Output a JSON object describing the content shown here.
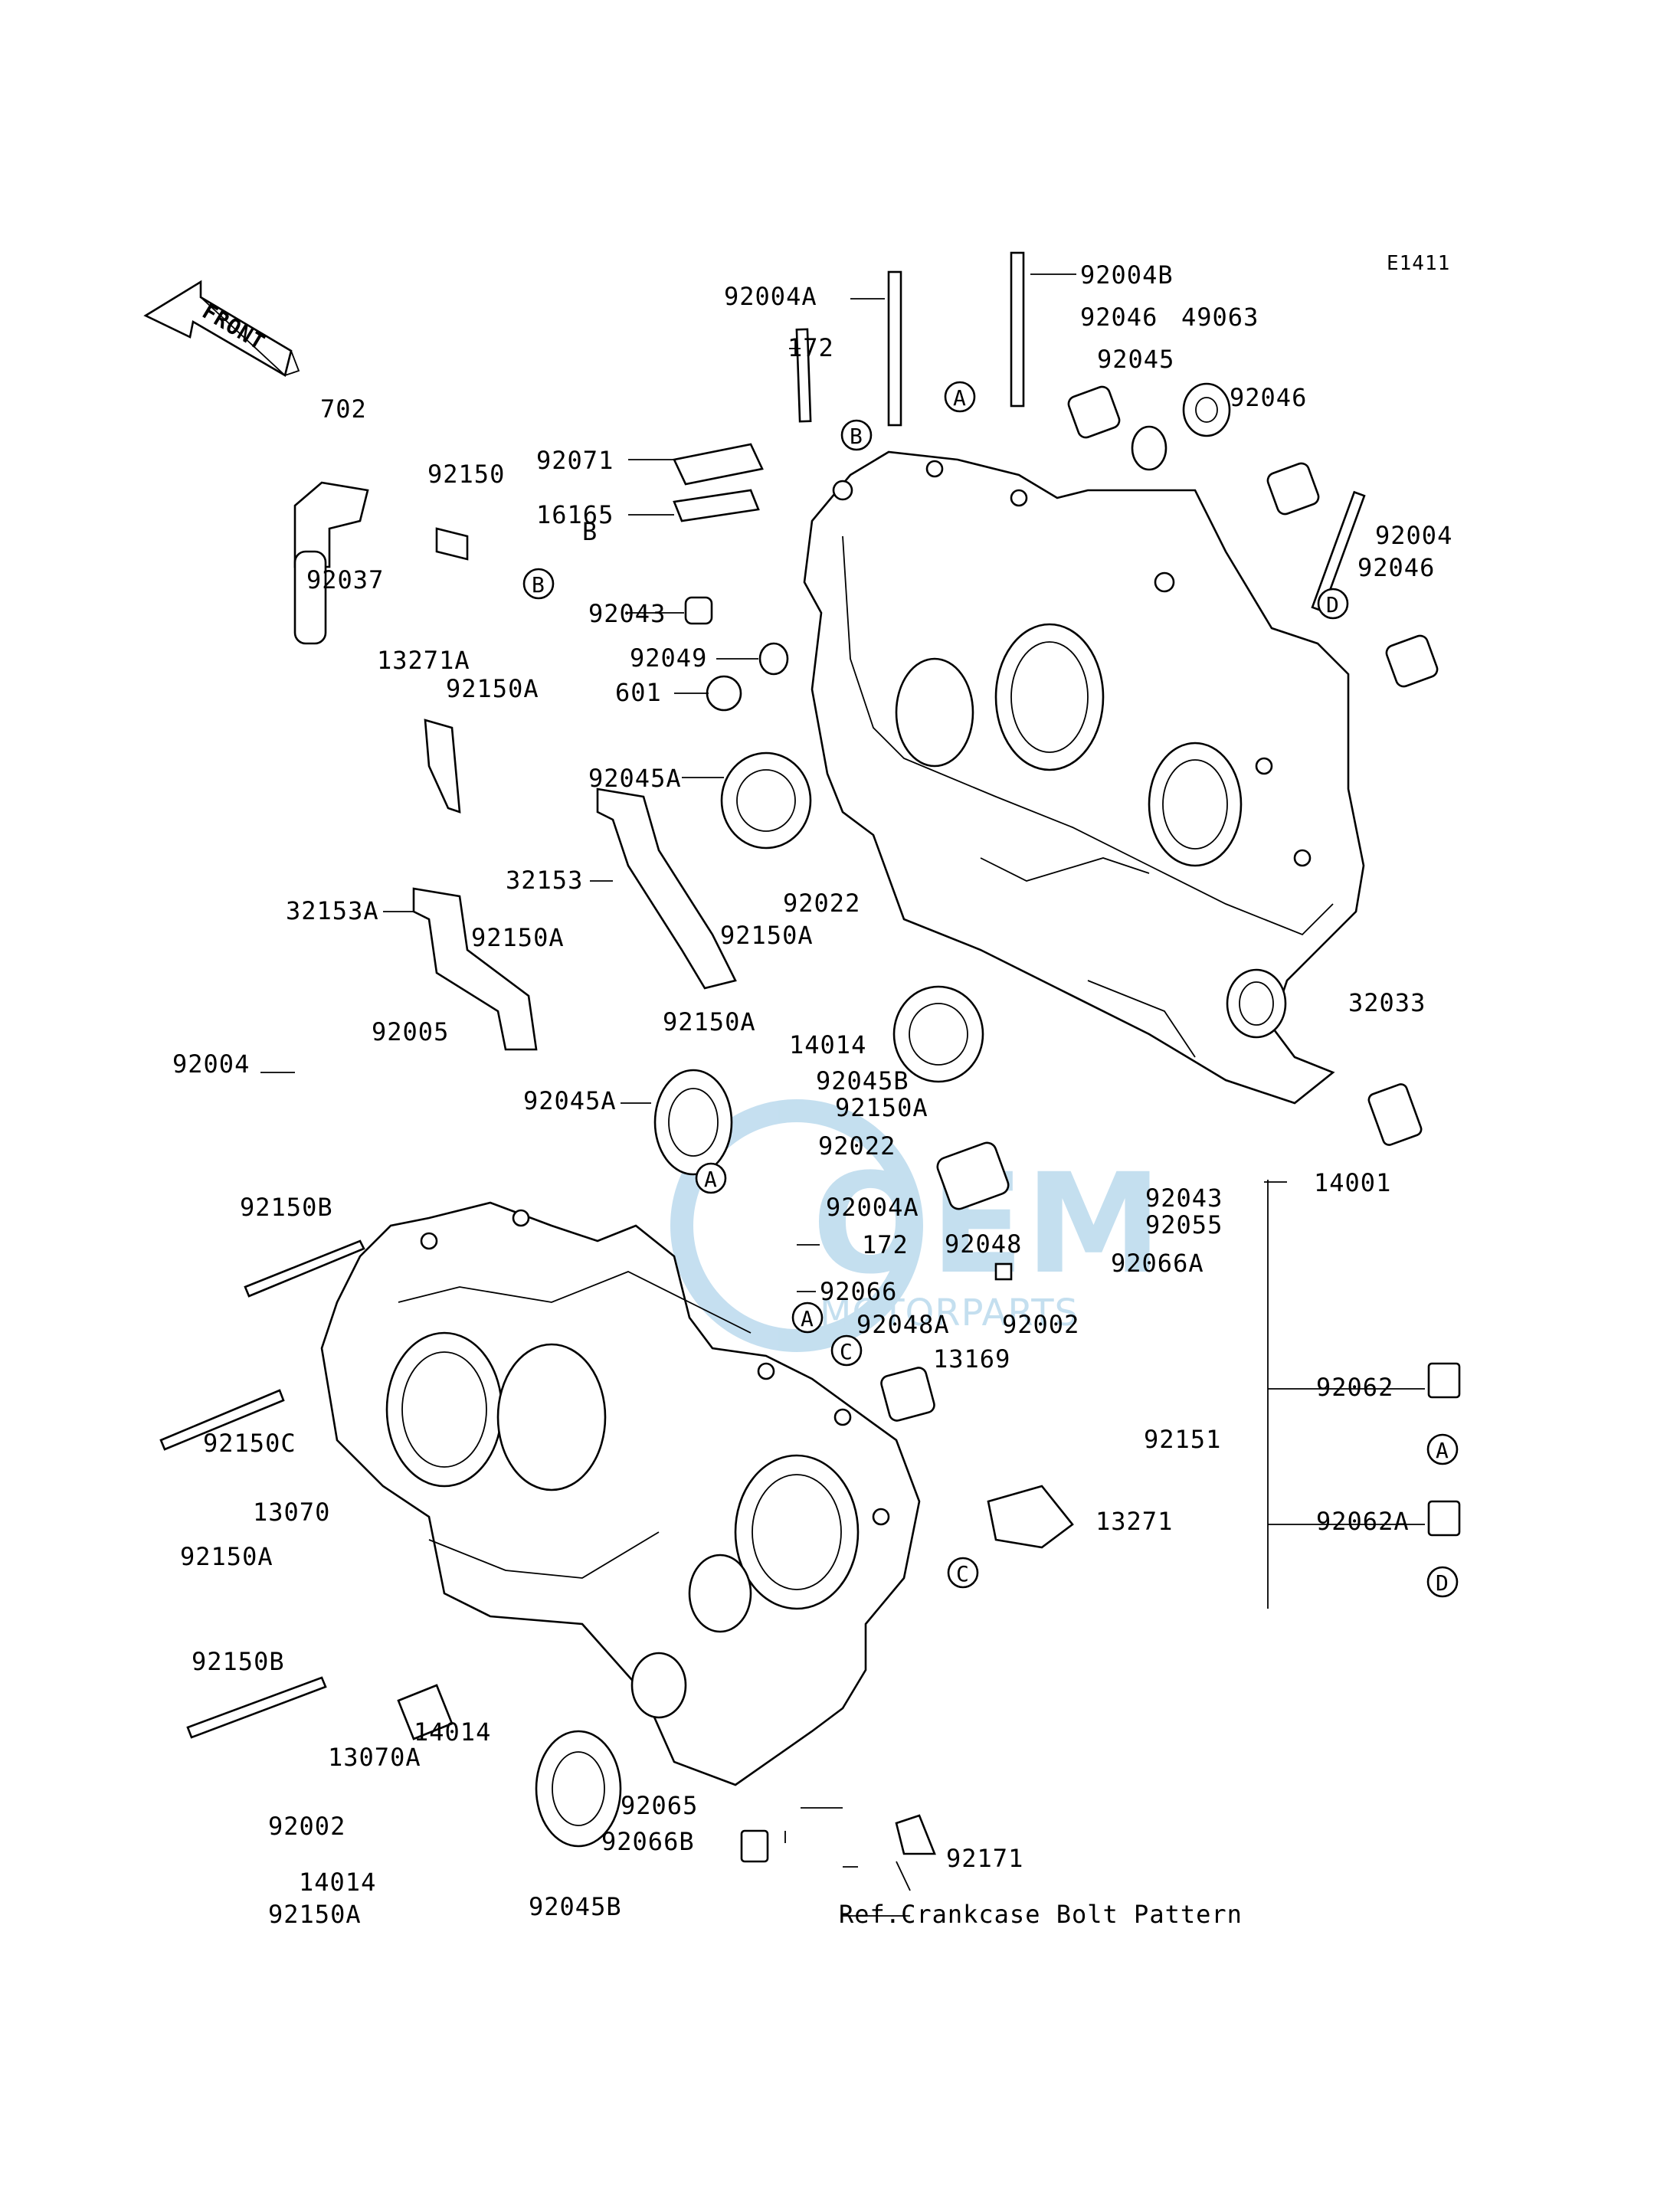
{
  "diagram_id": "E1411",
  "front_label": "FRONT",
  "watermark": {
    "main": "OEM",
    "sub": "MOTORPARTS"
  },
  "footer_note": "Ref.Crankcase Bolt Pattern",
  "circle_markers": [
    "A",
    "B",
    "C",
    "D"
  ],
  "part_labels": [
    "92004A",
    "92004B",
    "172",
    "92046",
    "92045",
    "49063",
    "92046",
    "702",
    "92150",
    "92071",
    "16165",
    "B",
    "92037",
    "92004",
    "92046",
    "92043",
    "92049",
    "601",
    "13271A",
    "92150A",
    "92045A",
    "32153",
    "32153A",
    "92022",
    "92150A",
    "92150A",
    "92150A",
    "14014",
    "92045B",
    "32033",
    "92004",
    "92005",
    "92045A",
    "92150A",
    "92022",
    "92004A",
    "172",
    "92043",
    "92055",
    "14001",
    "92150B",
    "92048",
    "92066A",
    "92066",
    "92048A",
    "92002",
    "92062",
    "13169",
    "92151",
    "92150C",
    "13070",
    "13271",
    "92062A",
    "92150A",
    "92150B",
    "14014",
    "13070A",
    "92065",
    "92002",
    "92066B",
    "92171",
    "14014",
    "92150A",
    "92045B"
  ]
}
